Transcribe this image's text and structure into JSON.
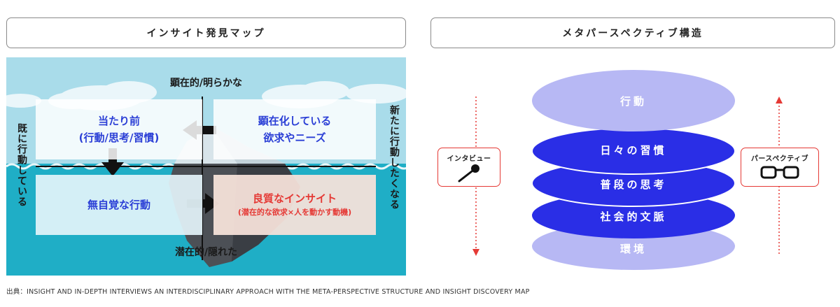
{
  "left_panel": {
    "title": "インサイト発見マップ",
    "axis_top": "顕在的/明らかな",
    "axis_bottom": "潜在的/隠れた",
    "axis_left": "既に行動している",
    "axis_right": "新たに行動したくなる",
    "quadrants": {
      "top_left": {
        "line1": "当たり前",
        "line2": "(行動/思考/習慣)"
      },
      "top_right": {
        "line1": "顕在化している",
        "line2": "欲求やニーズ"
      },
      "bottom_left": {
        "line1": "無自覚な行動"
      },
      "bottom_right": {
        "line1": "良質なインサイト",
        "line2": "(潜在的な欲求×人を動かす動機)"
      }
    },
    "colors": {
      "sky": "#a9dcea",
      "sea": "#1faec6",
      "blue_text": "#2b3fd6",
      "red_text": "#e53935"
    }
  },
  "right_panel": {
    "title": "メタパースペクティブ構造",
    "layers": [
      "行動",
      "日々の習慣",
      "普段の思考",
      "社会的文脈",
      "環境"
    ],
    "left_card": {
      "label": "インタビュー",
      "icon": "microphone-icon"
    },
    "right_card": {
      "label": "パースペクティブ",
      "icon": "glasses-icon"
    },
    "colors": {
      "light_layer": "#b7b8f4",
      "dark_layer": "#2a2ee6",
      "arrow": "#e53935"
    }
  },
  "source": "出典：INSIGHT AND IN-DEPTH INTERVIEWS AN INTERDISCIPLINARY APPROACH WITH THE META-PERSPECTIVE STRUCTURE AND INSIGHT DISCOVERY MAP"
}
